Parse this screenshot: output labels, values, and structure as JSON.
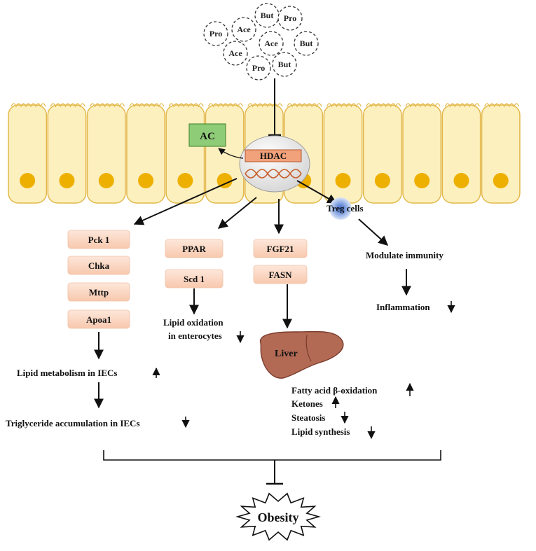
{
  "scfa": [
    {
      "label": "Pro"
    },
    {
      "label": "Ace"
    },
    {
      "label": "But"
    },
    {
      "label": "Pro"
    },
    {
      "label": "Pro"
    },
    {
      "label": "Ace"
    },
    {
      "label": "Ace"
    },
    {
      "label": "But"
    },
    {
      "label": "Ace"
    },
    {
      "label": "Pro"
    },
    {
      "label": "But"
    }
  ],
  "center": {
    "hdac": "HDAC",
    "ac": "AC",
    "treg": "Treg cells"
  },
  "left_column": {
    "genes": [
      "Pck 1",
      "Chka",
      "Mttp",
      "Apoa1"
    ],
    "outcome1": "Lipid metabolism in IECs",
    "outcome2": "Triglyceride accumulation in IECs"
  },
  "ppar_column": {
    "genes": [
      "PPAR",
      "Scd 1"
    ],
    "outcome_line1": "Lipid oxidation",
    "outcome_line2": "in enterocytes"
  },
  "fgf_column": {
    "genes": [
      "FGF21",
      "FASN"
    ],
    "liver": "Liver",
    "effects": [
      "Fatty acid β-oxidation",
      "Ketones",
      "Steatosis",
      "Lipid synthesis"
    ]
  },
  "immune_column": {
    "modulate": "Modulate immunity",
    "inflammation": "Inflammation"
  },
  "bottom": {
    "obesity": "Obesity"
  },
  "colors": {
    "cell_fill": "#fdf0bf",
    "cell_stroke": "#e3b84a",
    "nucleus": "#eeb000",
    "ac_fill": "#8fcc78",
    "hdac_fill": "#f2a27a",
    "gene_box": "#fcd9c5",
    "liver": "#b36a55",
    "treg": "#b5cdf0"
  }
}
